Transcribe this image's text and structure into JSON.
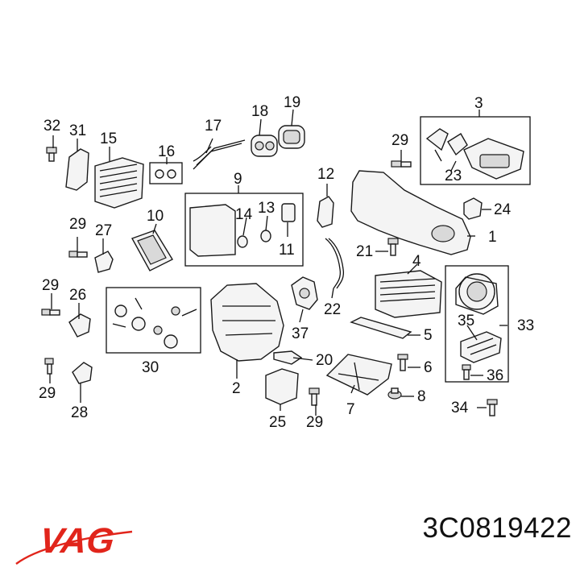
{
  "brand": {
    "logo_text": "VAG",
    "logo_color": "#e1251b"
  },
  "part_number": "3C0819422",
  "callouts": {
    "c1": "1",
    "c2": "2",
    "c3": "3",
    "c4": "4",
    "c5": "5",
    "c6": "6",
    "c7": "7",
    "c8": "8",
    "c9": "9",
    "c10": "10",
    "c11": "11",
    "c12": "12",
    "c13": "13",
    "c14": "14",
    "c15": "15",
    "c16": "16",
    "c17": "17",
    "c18": "18",
    "c19": "19",
    "c20": "20",
    "c21": "21",
    "c22": "22",
    "c23": "23",
    "c24": "24",
    "c25": "25",
    "c26": "26",
    "c27": "27",
    "c28": "28",
    "c29a": "29",
    "c29b": "29",
    "c29c": "29",
    "c29d": "29",
    "c29e": "29",
    "c30": "30",
    "c31": "31",
    "c32": "32",
    "c33": "33",
    "c34": "34",
    "c35": "35",
    "c36": "36",
    "c37": "37"
  }
}
